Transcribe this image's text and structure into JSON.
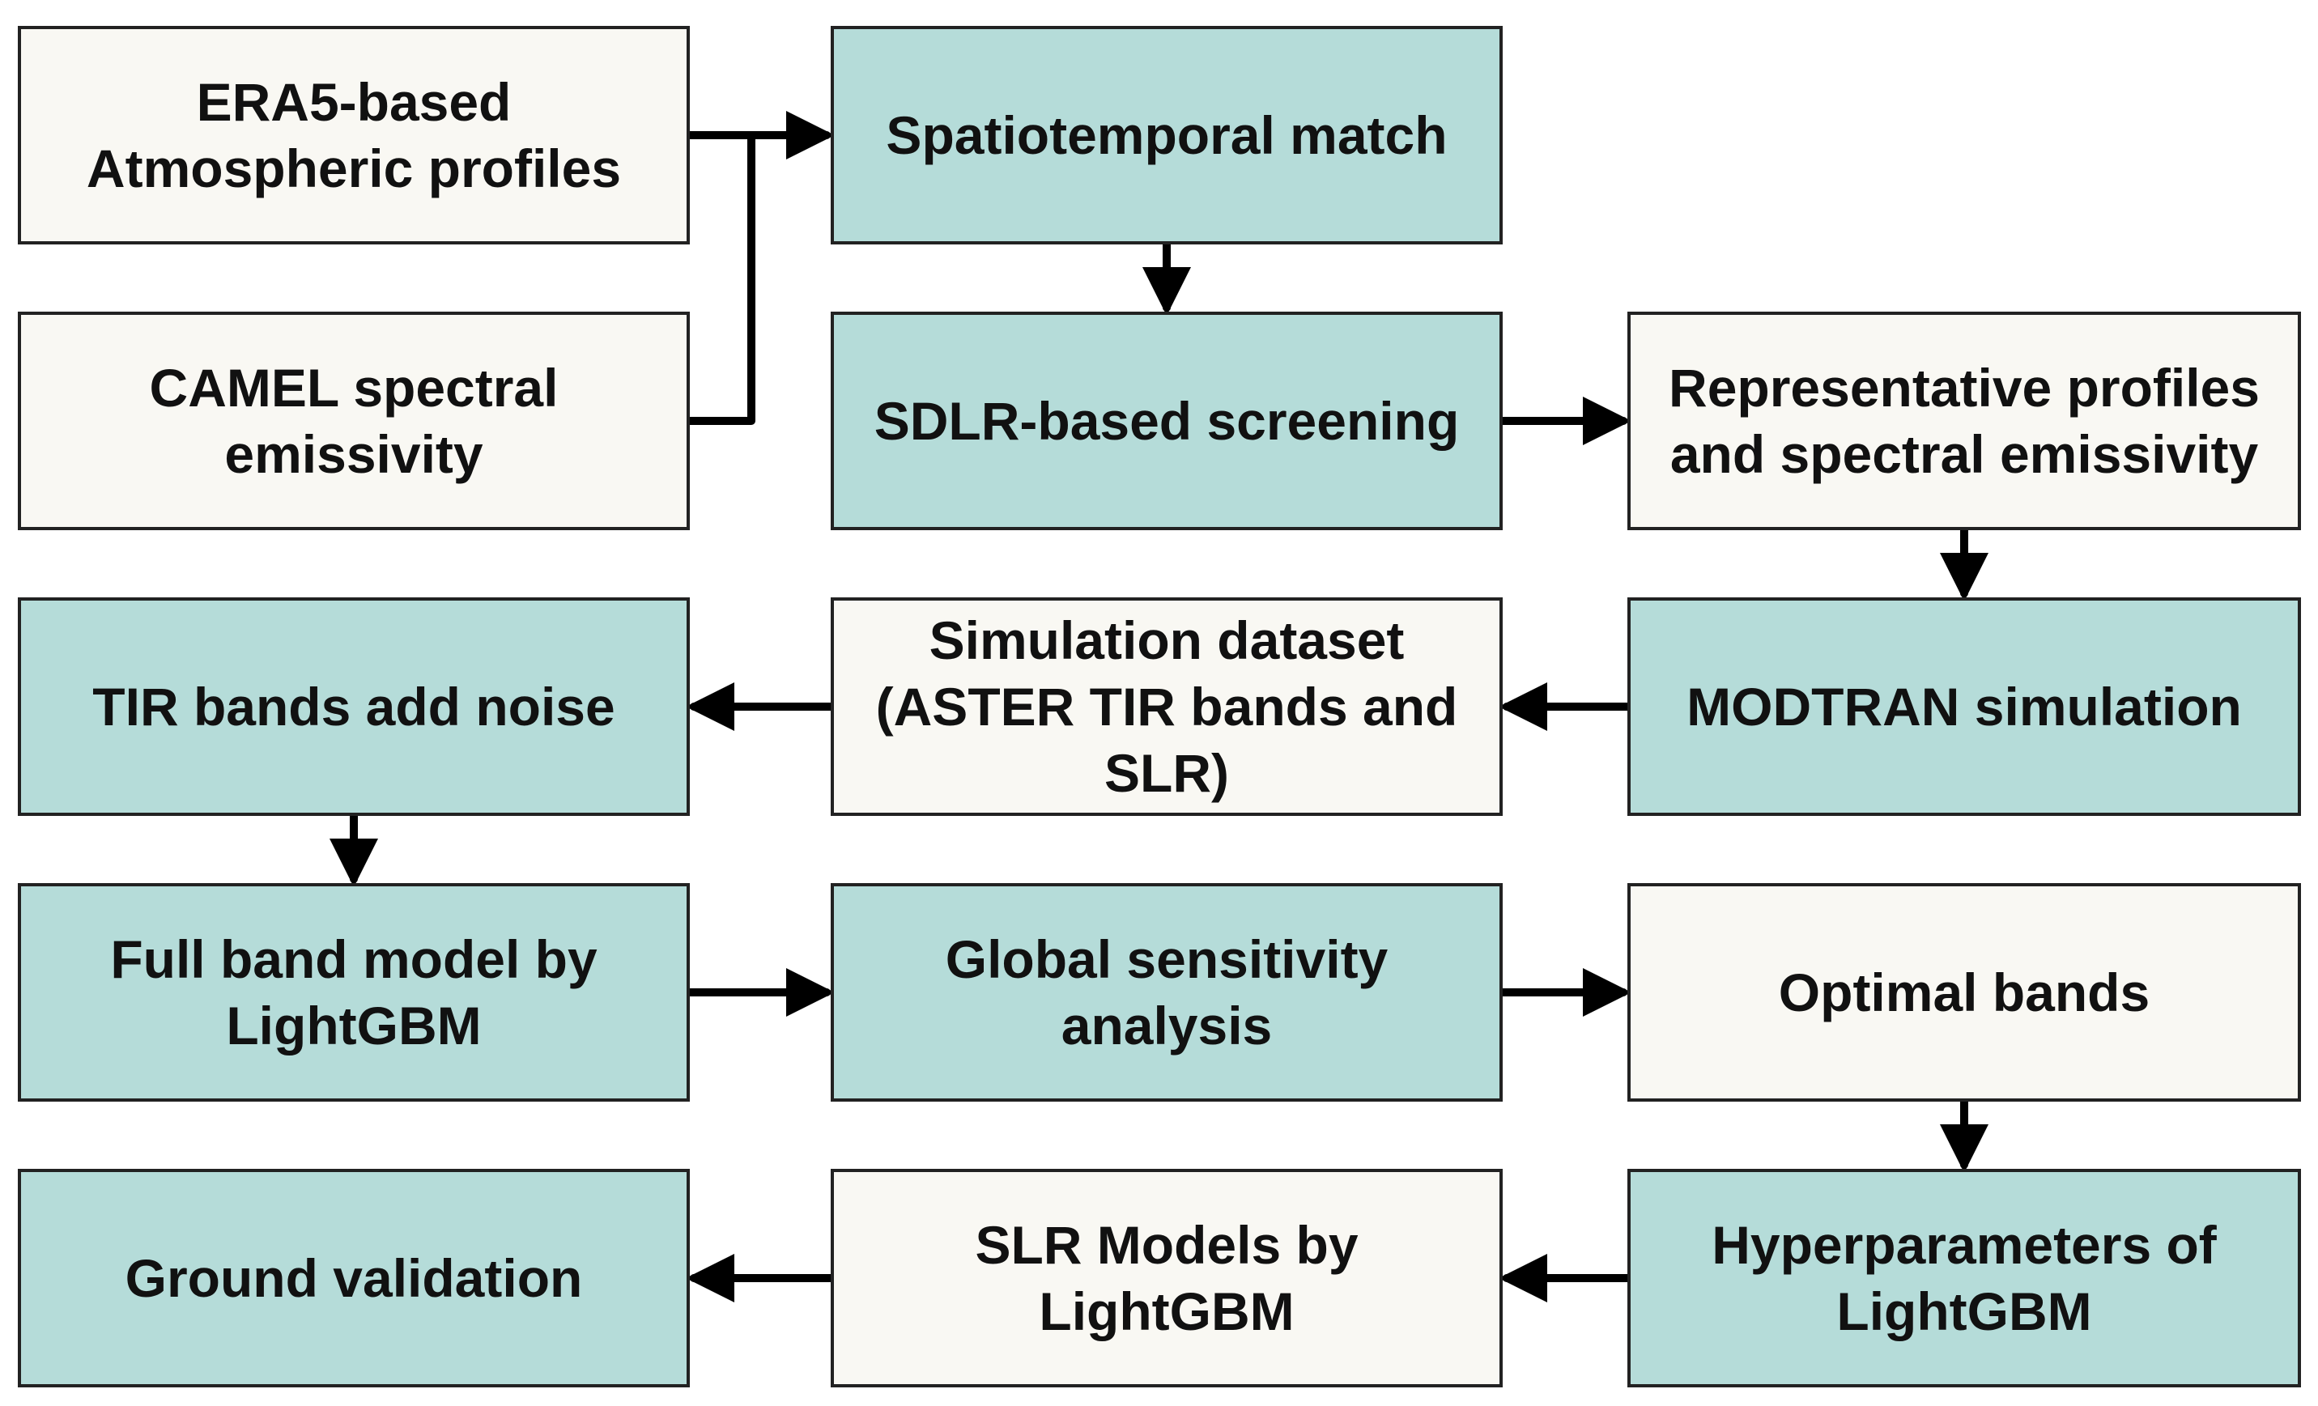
{
  "colors": {
    "cream": "#f9f8f3",
    "teal": "#b5dcd9",
    "stroke": "#000000"
  },
  "nodes": {
    "era5": "ERA5-based\nAtmospheric profiles",
    "camel": "CAMEL spectral\nemissivity",
    "spatiotemporal": "Spatiotemporal match",
    "sdlr": "SDLR-based screening",
    "representative": "Representative profiles\nand spectral emissivity",
    "modtran": "MODTRAN simulation",
    "simulation": "Simulation dataset\n(ASTER TIR bands and\nSLR)",
    "tir_noise": "TIR bands add noise",
    "full_band": "Full band model by\nLightGBM",
    "global_sens": "Global sensitivity\nanalysis",
    "optimal": "Optimal bands",
    "hyper": "Hyperparameters of\nLightGBM",
    "slr_models": "SLR Models by\nLightGBM",
    "ground": "Ground validation"
  }
}
